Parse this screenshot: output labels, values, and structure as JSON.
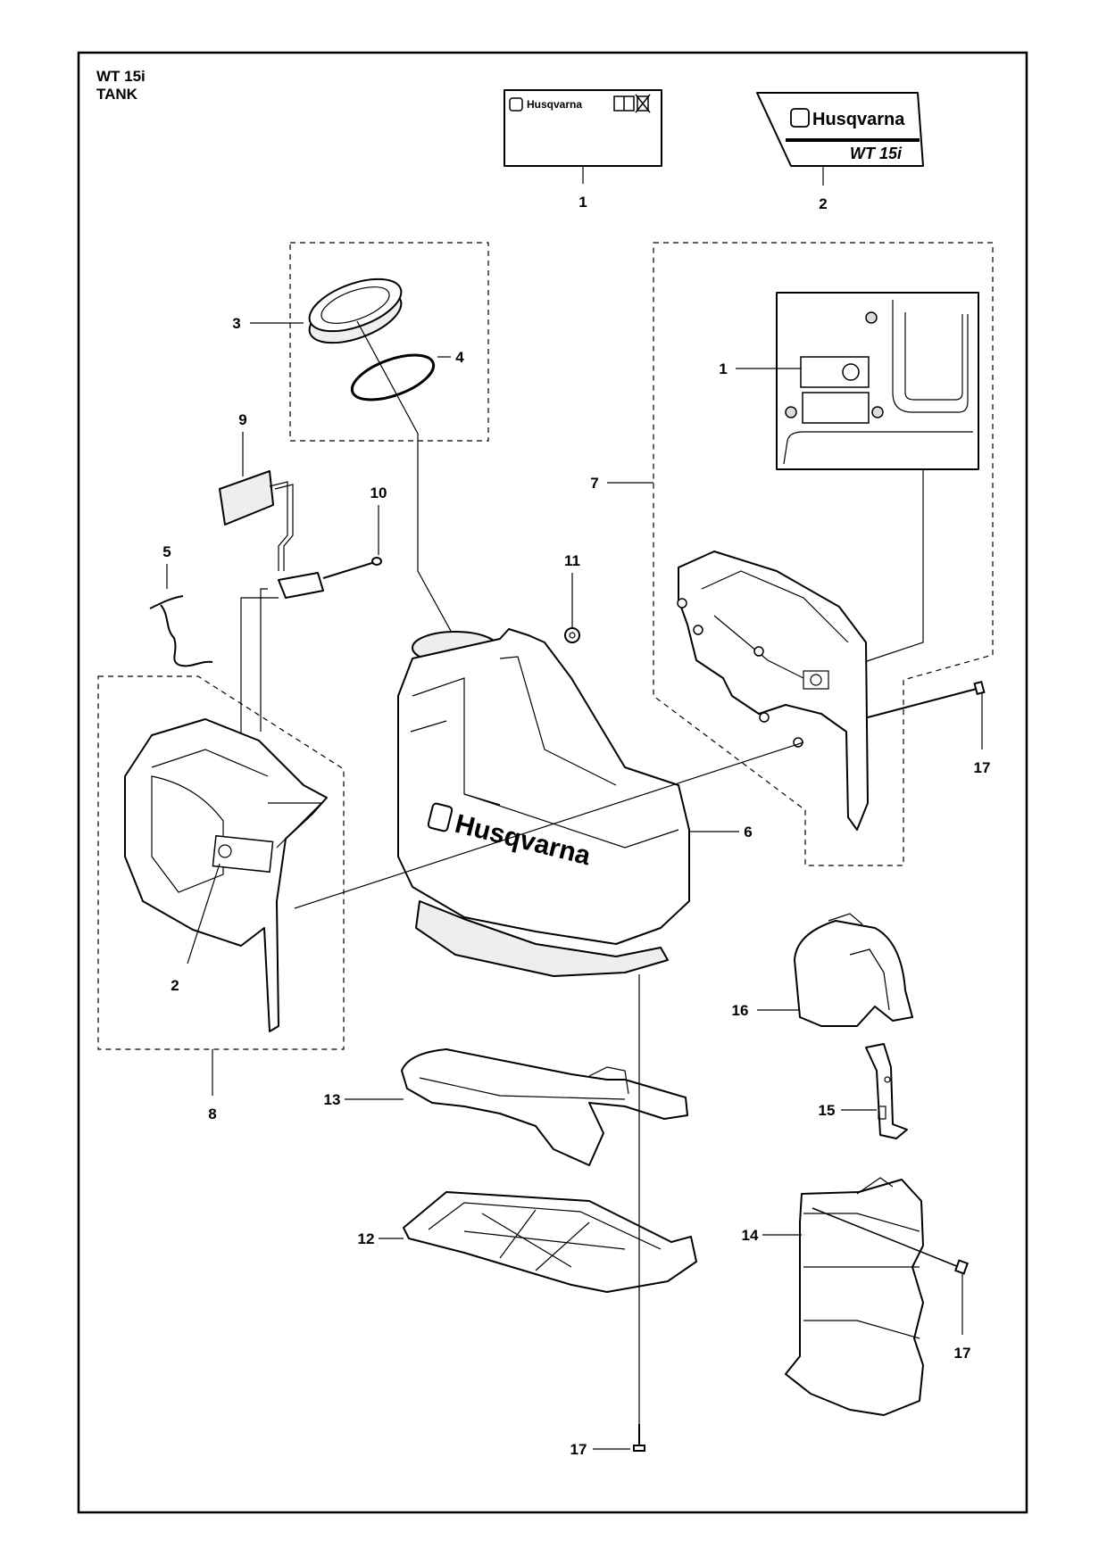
{
  "header": {
    "model": "WT 15i",
    "section": "TANK"
  },
  "decals": {
    "label_brand": "Husqvarna",
    "decal_brand": "Husqvarna",
    "decal_model": "WT 15i",
    "tank_brand": "Husqvarna"
  },
  "callouts": {
    "c1_top": "1",
    "c2_top": "2",
    "c3": "3",
    "c4": "4",
    "c9": "9",
    "c10": "10",
    "c5": "5",
    "c11": "11",
    "c7": "7",
    "c1_inset": "1",
    "c17_right": "17",
    "c6": "6",
    "c2_left": "2",
    "c8": "8",
    "c16": "16",
    "c15": "15",
    "c13": "13",
    "c12": "12",
    "c14": "14",
    "c17_lower": "17",
    "c17_bottom": "17"
  }
}
